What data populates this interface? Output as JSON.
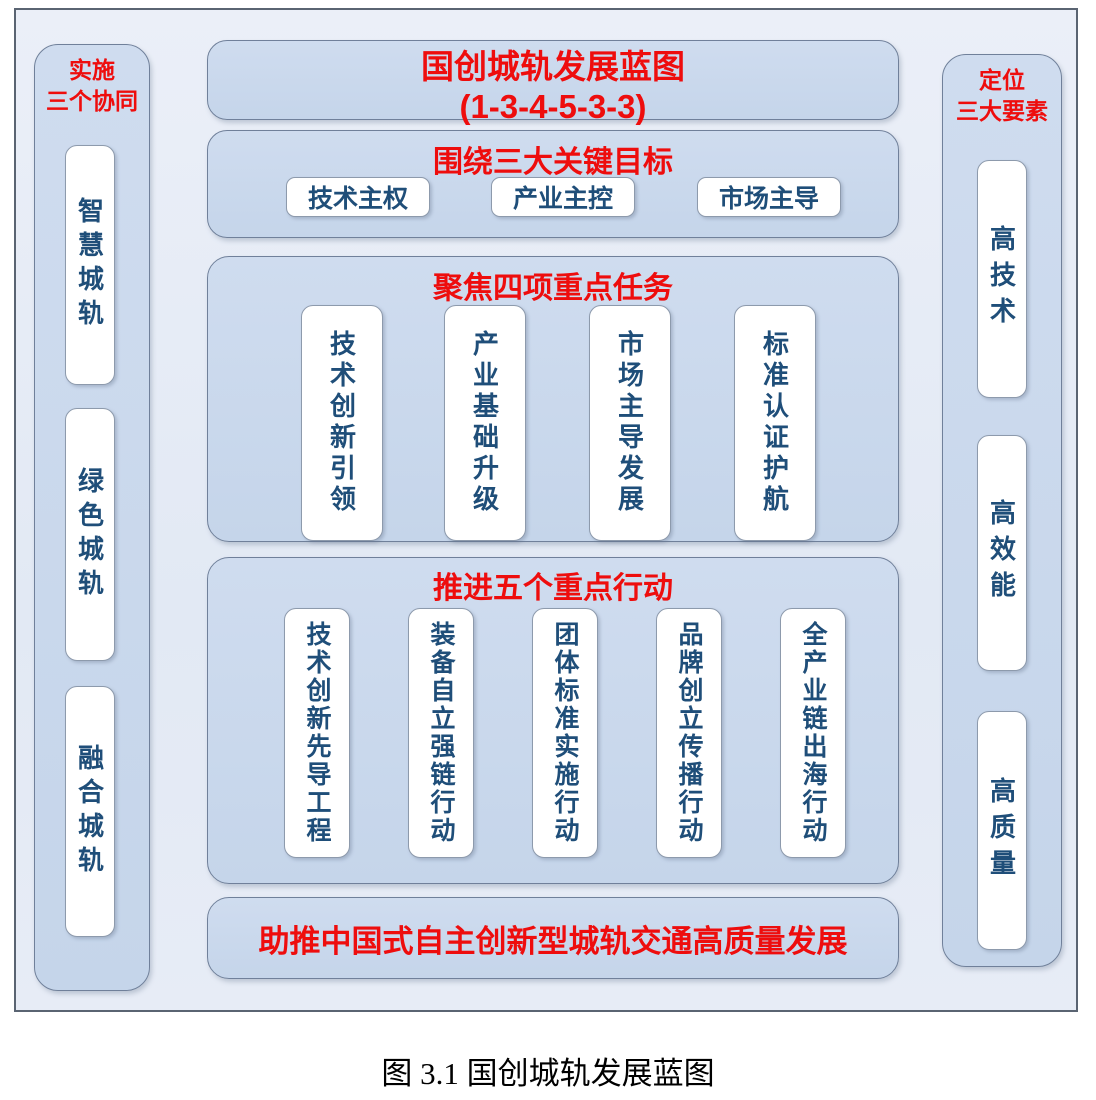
{
  "colors": {
    "red": "#ee0d0d",
    "navy": "#1f4e79",
    "panel_blue": "#c8d7ec",
    "outer_blue": "#e5eaf5",
    "box_white": "#ffffff"
  },
  "left_panel": {
    "title_line1": "实施",
    "title_line2": "三个协同",
    "items": [
      "智慧城轨",
      "绿色城轨",
      "融合城轨"
    ]
  },
  "right_panel": {
    "title_line1": "定位",
    "title_line2": "三大要素",
    "items": [
      "高技术",
      "高效能",
      "高质量"
    ]
  },
  "center": {
    "title": {
      "line1": "国创城轨发展蓝图",
      "line2": "(1-3-4-5-3-3)"
    },
    "goals": {
      "title": "围绕三大关键目标",
      "items": [
        "技术主权",
        "产业主控",
        "市场主导"
      ]
    },
    "tasks": {
      "title": "聚焦四项重点任务",
      "items": [
        "技术创新引领",
        "产业基础升级",
        "市场主导发展",
        "标准认证护航"
      ]
    },
    "actions": {
      "title": "推进五个重点行动",
      "items": [
        "技术创新先导工程",
        "装备自立强链行动",
        "团体标准实施行动",
        "品牌创立传播行动",
        "全产业链出海行动"
      ]
    },
    "banner": "助推中国式自主创新型城轨交通高质量发展"
  },
  "caption": "图 3.1 国创城轨发展蓝图"
}
